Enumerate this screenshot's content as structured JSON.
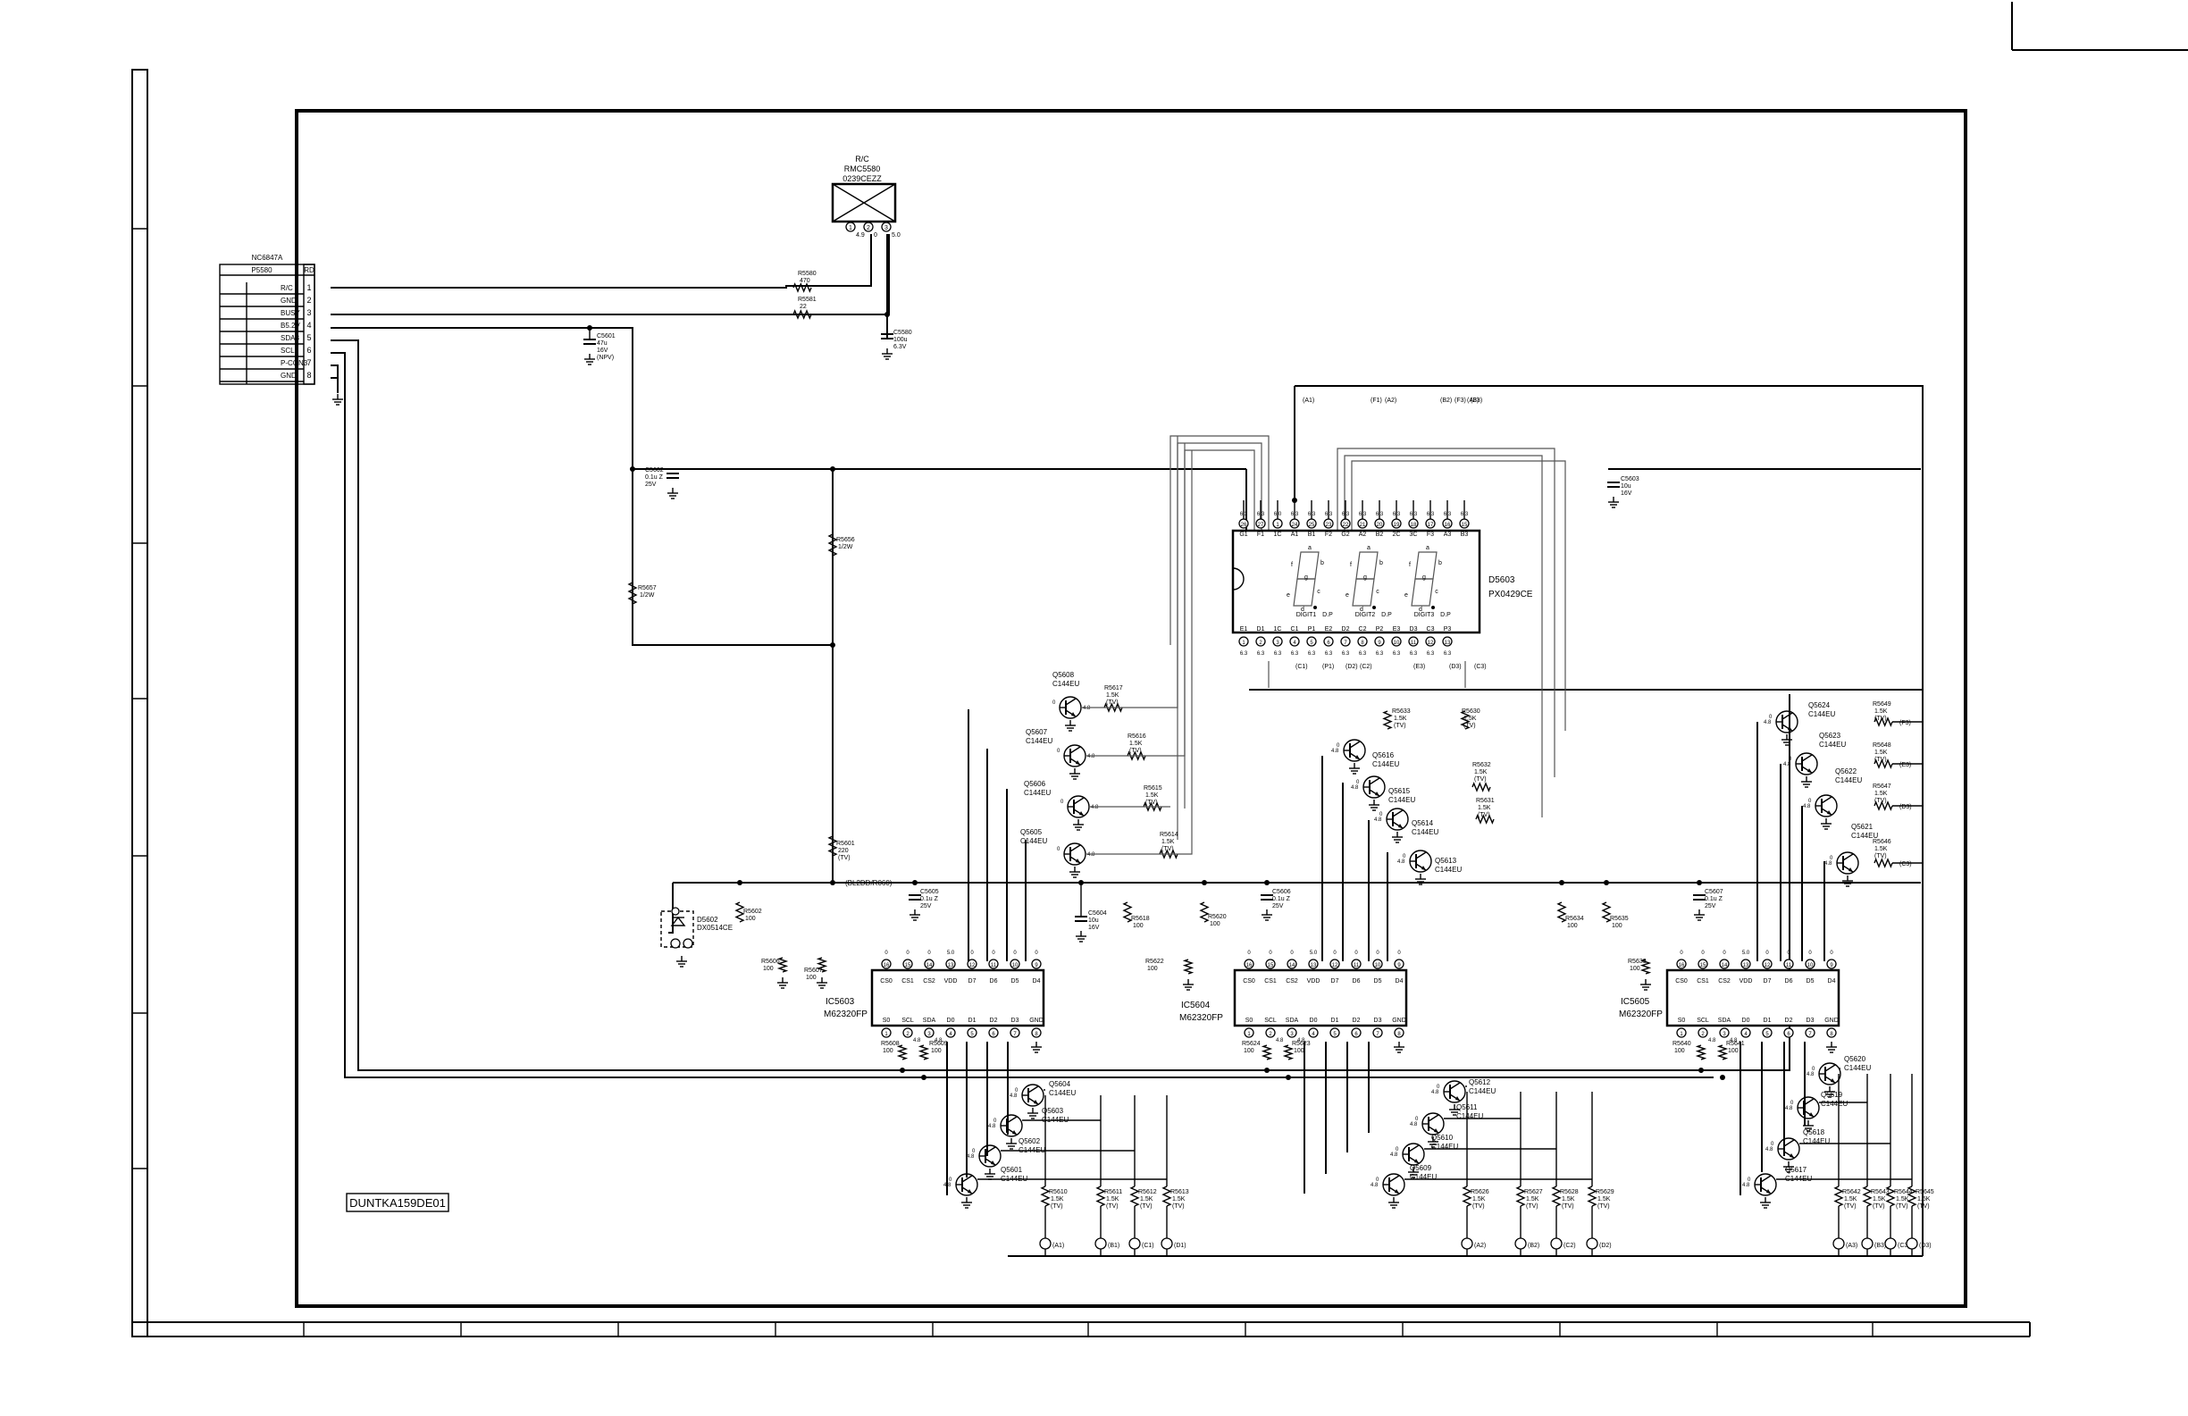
{
  "drawing_code": "DUNTKA159DE01",
  "connector": {
    "part_no": "NC6847A",
    "ref": "P5580",
    "pin_header": "RD",
    "pins": [
      {
        "num": "1",
        "name": "R/C 2"
      },
      {
        "num": "2",
        "name": "GND"
      },
      {
        "num": "3",
        "name": "BUSY"
      },
      {
        "num": "4",
        "name": "B5.2V"
      },
      {
        "num": "5",
        "name": "SDA3"
      },
      {
        "num": "6",
        "name": "SCL3"
      },
      {
        "num": "7",
        "name": "P-CON3"
      },
      {
        "num": "8",
        "name": "GND"
      }
    ]
  },
  "remote_receiver": {
    "title": "R/C",
    "ref": "RMC5580",
    "part": "0239CEZZ",
    "pins": [
      "1",
      "2",
      "3"
    ],
    "volts": [
      "4.9",
      "0",
      "5.0"
    ]
  },
  "display": {
    "ref": "D5603",
    "part": "PX0429CE",
    "top_labels": [
      "G1",
      "F1",
      "1C",
      "A1",
      "B1",
      "F2",
      "G2",
      "A2",
      "B2",
      "2C",
      "3C",
      "F3",
      "A3",
      "B3"
    ],
    "top_nums": [
      "26",
      "27",
      "1",
      "24",
      "25",
      "23",
      "22",
      "21",
      "20",
      "19",
      "18",
      "17",
      "16",
      "15"
    ],
    "top_volts": [
      "6.3",
      "6.3",
      "6.0",
      "6.3",
      "6.3",
      "6.3",
      "6.3",
      "6.3",
      "6.3",
      "6.3",
      "6.3",
      "6.3",
      "6.3",
      "6.3"
    ],
    "bottom_labels": [
      "E1",
      "D1",
      "1C",
      "C1",
      "P1",
      "E2",
      "D2",
      "C2",
      "P2",
      "E3",
      "D3",
      "C3",
      "P3"
    ],
    "bottom_nums": [
      "1",
      "2",
      "3",
      "4",
      "5",
      "6",
      "7",
      "8",
      "9",
      "10",
      "11",
      "12",
      "13",
      "14"
    ],
    "bottom_volts": [
      "6.3",
      "6.3",
      "6.3",
      "6.3",
      "6.3",
      "6.3",
      "6.3",
      "6.3",
      "6.3",
      "6.3",
      "6.3",
      "6.3",
      "6.3"
    ],
    "digits": [
      "DIGIT1",
      "DIGIT2",
      "DIGIT3"
    ],
    "segment_labels": [
      "a",
      "b",
      "c",
      "d",
      "e",
      "f",
      "g",
      "D.P"
    ]
  },
  "ics": [
    {
      "ref": "IC5603",
      "part": "M62320FP",
      "top_labels": [
        "CS0",
        "CS1",
        "CS2",
        "VDD",
        "D7",
        "D6",
        "D5",
        "D4"
      ],
      "top_nums": [
        "16",
        "15",
        "14",
        "13",
        "12",
        "11",
        "10",
        "9"
      ],
      "bottom_labels": [
        "S0",
        "SCL",
        "SDA",
        "D0",
        "D1",
        "D2",
        "D3",
        "GND"
      ],
      "bottom_nums": [
        "1",
        "2",
        "3",
        "4",
        "5",
        "6",
        "7",
        "8"
      ]
    },
    {
      "ref": "IC5604",
      "part": "M62320FP",
      "top_labels": [
        "CS0",
        "CS1",
        "CS2",
        "VDD",
        "D7",
        "D6",
        "D5",
        "D4"
      ],
      "top_nums": [
        "16",
        "15",
        "14",
        "13",
        "12",
        "11",
        "10",
        "9"
      ],
      "bottom_labels": [
        "S0",
        "SCL",
        "SDA",
        "D0",
        "D1",
        "D2",
        "D3",
        "GND"
      ],
      "bottom_nums": [
        "1",
        "2",
        "3",
        "4",
        "5",
        "6",
        "7",
        "8"
      ]
    },
    {
      "ref": "IC5605",
      "part": "M62320FP",
      "top_labels": [
        "CS0",
        "CS1",
        "CS2",
        "VDD",
        "D7",
        "D6",
        "D5",
        "D4"
      ],
      "top_nums": [
        "16",
        "15",
        "14",
        "13",
        "12",
        "11",
        "10",
        "9"
      ],
      "bottom_labels": [
        "S0",
        "SCL",
        "SDA",
        "D0",
        "D1",
        "D2",
        "D3",
        "GND"
      ],
      "bottom_nums": [
        "1",
        "2",
        "3",
        "4",
        "5",
        "6",
        "7",
        "8"
      ]
    }
  ],
  "transistors": [
    {
      "ref": "Q5601",
      "part": "C144EU"
    },
    {
      "ref": "Q5602",
      "part": "C144EU"
    },
    {
      "ref": "Q5603",
      "part": "C144EU"
    },
    {
      "ref": "Q5604",
      "part": "C144EU"
    },
    {
      "ref": "Q5605",
      "part": "C144EU"
    },
    {
      "ref": "Q5606",
      "part": "C144EU"
    },
    {
      "ref": "Q5607",
      "part": "C144EU"
    },
    {
      "ref": "Q5608",
      "part": "C144EU"
    },
    {
      "ref": "Q5609",
      "part": "C144EU"
    },
    {
      "ref": "Q5610",
      "part": "C144EU"
    },
    {
      "ref": "Q5611",
      "part": "C144EU"
    },
    {
      "ref": "Q5612",
      "part": "C144EU"
    },
    {
      "ref": "Q5613",
      "part": "C144EU"
    },
    {
      "ref": "Q5614",
      "part": "C144EU"
    },
    {
      "ref": "Q5615",
      "part": "C144EU"
    },
    {
      "ref": "Q5616",
      "part": "C144EU"
    },
    {
      "ref": "Q5617",
      "part": "C144EU"
    },
    {
      "ref": "Q5618",
      "part": "C144EU"
    },
    {
      "ref": "Q5619",
      "part": "C144EU"
    },
    {
      "ref": "Q5620",
      "part": "C144EU"
    },
    {
      "ref": "Q5621",
      "part": "C144EU"
    },
    {
      "ref": "Q5622",
      "part": "C144EU"
    },
    {
      "ref": "Q5623",
      "part": "C144EU"
    },
    {
      "ref": "Q5624",
      "part": "C144EU"
    }
  ],
  "resistors": [
    {
      "ref": "R5580",
      "value": "470"
    },
    {
      "ref": "R5581",
      "value": "22"
    },
    {
      "ref": "R5656",
      "value": "1/2W"
    },
    {
      "ref": "R5657",
      "value": "1/2W"
    },
    {
      "ref": "R5601",
      "value": "220",
      "note": "(TV)"
    },
    {
      "ref": "R5602",
      "value": "100"
    },
    {
      "ref": "R5606",
      "value": "100"
    },
    {
      "ref": "R5607",
      "value": "100"
    },
    {
      "ref": "R5608",
      "value": "100"
    },
    {
      "ref": "R5609",
      "value": "100"
    },
    {
      "ref": "R5610",
      "value": "1.5K",
      "note": "(TV)"
    },
    {
      "ref": "R5611",
      "value": "1.5K",
      "note": "(TV)"
    },
    {
      "ref": "R5612",
      "value": "1.5K",
      "note": "(TV)"
    },
    {
      "ref": "R5613",
      "value": "1.5K",
      "note": "(TV)"
    },
    {
      "ref": "R5614",
      "value": "1.5K",
      "note": "(TV)"
    },
    {
      "ref": "R5615",
      "value": "1.5K",
      "note": "(TV)"
    },
    {
      "ref": "R5616",
      "value": "1.5K",
      "note": "(TV)"
    },
    {
      "ref": "R5617",
      "value": "1.5K",
      "note": "(TV)"
    },
    {
      "ref": "R5618",
      "value": "100"
    },
    {
      "ref": "R5620",
      "value": "100"
    },
    {
      "ref": "R5622",
      "value": "100"
    },
    {
      "ref": "R5623",
      "value": "100"
    },
    {
      "ref": "R5624",
      "value": "100"
    },
    {
      "ref": "R5626",
      "value": "1.5K",
      "note": "(TV)"
    },
    {
      "ref": "R5627",
      "value": "1.5K",
      "note": "(TV)"
    },
    {
      "ref": "R5628",
      "value": "1.5K",
      "note": "(TV)"
    },
    {
      "ref": "R5629",
      "value": "1.5K",
      "note": "(TV)"
    },
    {
      "ref": "R5630",
      "value": "1.5K",
      "note": "(TV)"
    },
    {
      "ref": "R5631",
      "value": "1.5K",
      "note": "(TV)"
    },
    {
      "ref": "R5632",
      "value": "1.5K",
      "note": "(TV)"
    },
    {
      "ref": "R5633",
      "value": "1.5K",
      "note": "(TV)"
    },
    {
      "ref": "R5634",
      "value": "100"
    },
    {
      "ref": "R5635",
      "value": "100"
    },
    {
      "ref": "R5639",
      "value": "100"
    },
    {
      "ref": "R5640",
      "value": "100"
    },
    {
      "ref": "R5641",
      "value": "100"
    },
    {
      "ref": "R5642",
      "value": "1.5K",
      "note": "(TV)"
    },
    {
      "ref": "R5643",
      "value": "1.5K",
      "note": "(TV)"
    },
    {
      "ref": "R5644",
      "value": "1.5K",
      "note": "(TV)"
    },
    {
      "ref": "R5645",
      "value": "1.5K",
      "note": "(TV)"
    },
    {
      "ref": "R5646",
      "value": "1.5K",
      "note": "(TV)"
    },
    {
      "ref": "R5647",
      "value": "1.5K",
      "note": "(TV)"
    },
    {
      "ref": "R5648",
      "value": "1.5K",
      "note": "(TV)"
    },
    {
      "ref": "R5649",
      "value": "1.5K",
      "note": "(TV)"
    }
  ],
  "capacitors": [
    {
      "ref": "C5580",
      "value": "100u",
      "rating": "6.3V"
    },
    {
      "ref": "C5601",
      "value": "47u",
      "rating": "16V",
      "note": "(NPV)"
    },
    {
      "ref": "C5602",
      "value": "0.1u Z",
      "rating": "25V"
    },
    {
      "ref": "C5603",
      "value": "10u",
      "rating": "16V"
    },
    {
      "ref": "C5604",
      "value": "10u",
      "rating": "16V"
    },
    {
      "ref": "C5605",
      "value": "0.1u Z",
      "rating": "25V"
    },
    {
      "ref": "C5606",
      "value": "0.1u Z",
      "rating": "25V"
    },
    {
      "ref": "C5607",
      "value": "0.1u Z",
      "rating": "25V"
    }
  ],
  "diode": {
    "ref": "D5602",
    "part": "DX0514CE"
  },
  "net_label": "(BL2DD/R060)",
  "signal_labels": {
    "top_bus": [
      "(A1)",
      "(F1)",
      "(A2)",
      "(B2)",
      "(F3)",
      "(A3)",
      "(B3)"
    ],
    "display_bottom": [
      "(C1)",
      "(P1)",
      "(D2)",
      "(C2)",
      "(E3)",
      "(D3)",
      "(C3)"
    ],
    "right_bus": [
      "(F3)",
      "(E3)",
      "(D3)",
      "(C3)"
    ],
    "bottom_left": [
      "(A1)",
      "(B1)",
      "(C1)",
      "(D1)"
    ],
    "bottom_mid": [
      "(A2)",
      "(B2)",
      "(C2)",
      "(D2)"
    ],
    "bottom_right": [
      "(A3)",
      "(B3)",
      "(C3)",
      "(D3)"
    ]
  },
  "voltages": {
    "transistor_base": "4.8",
    "transistor_emitter": "0",
    "ic_supply": "5.0",
    "ic_bus": "4.8"
  }
}
